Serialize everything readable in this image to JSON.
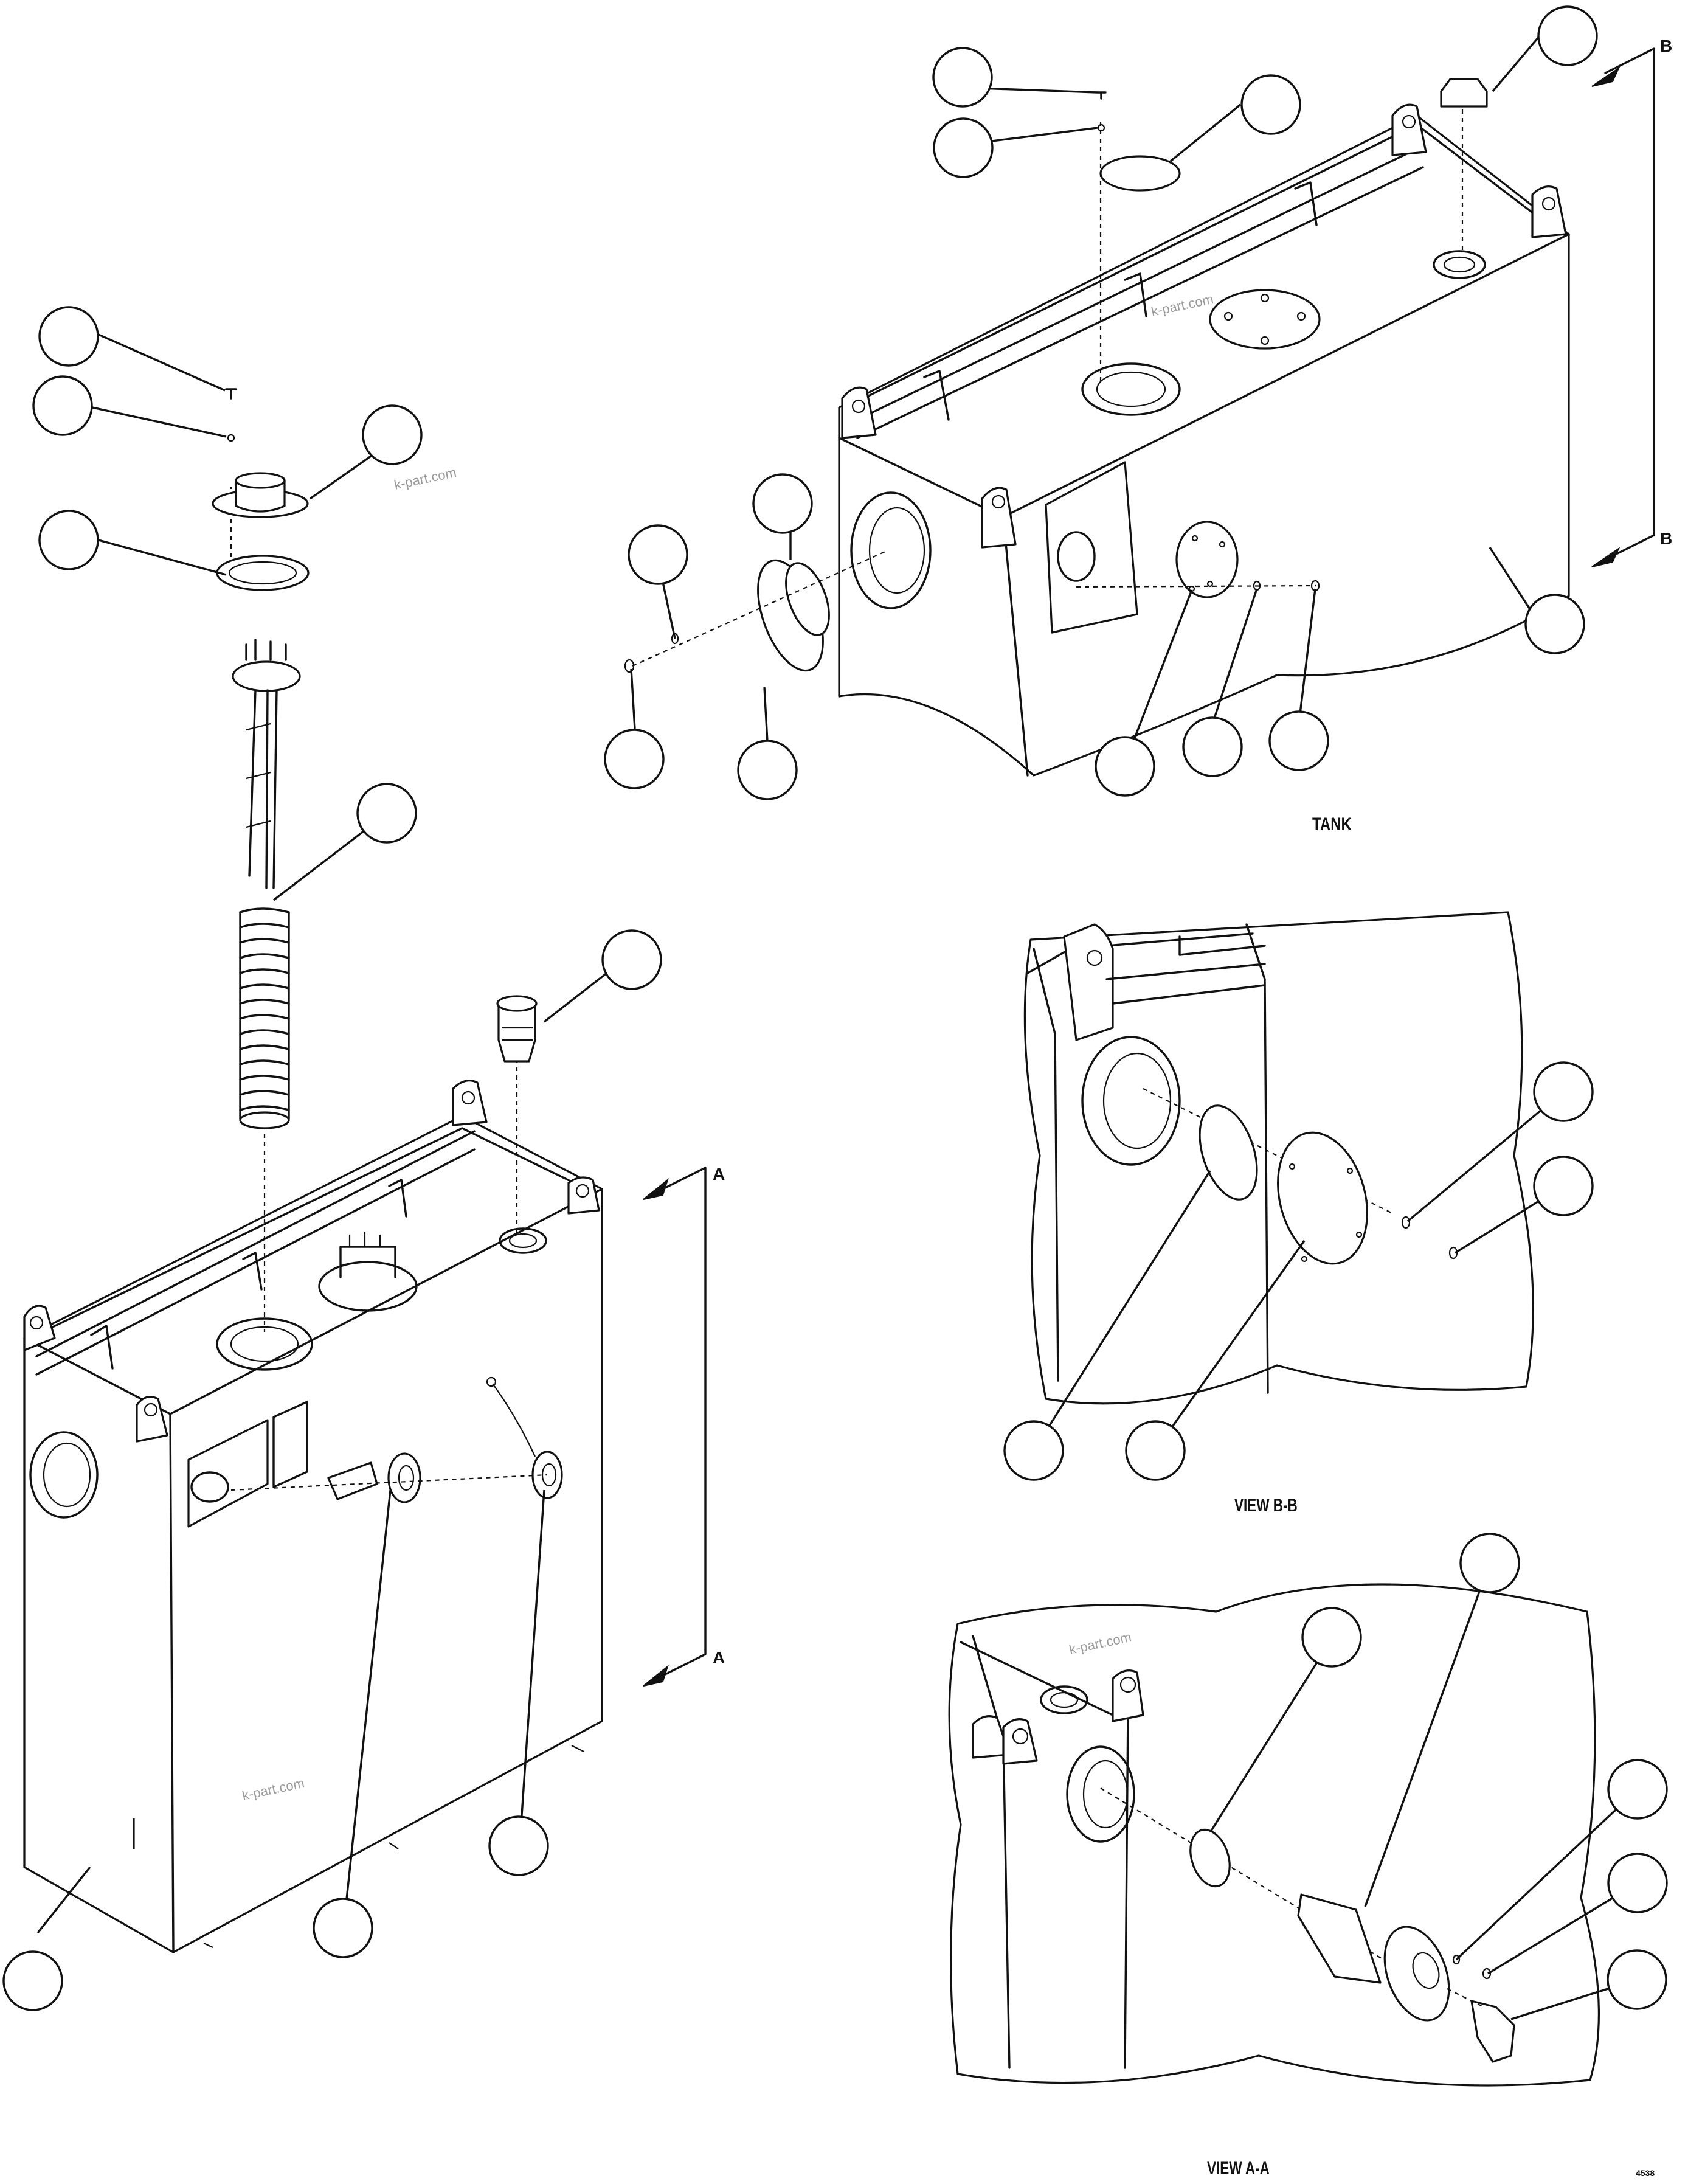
{
  "views": {
    "tank": "TANK",
    "view_bb": "VIEW B-B",
    "view_aa": "VIEW A-A"
  },
  "section_markers": {
    "a_top": "A",
    "a_bottom": "A",
    "b_top": "B",
    "b_bottom": "B"
  },
  "watermarks": [
    "k-part.com",
    "k-part.com",
    "k-part.com",
    "k-part.com"
  ],
  "sheet_number": "4538"
}
